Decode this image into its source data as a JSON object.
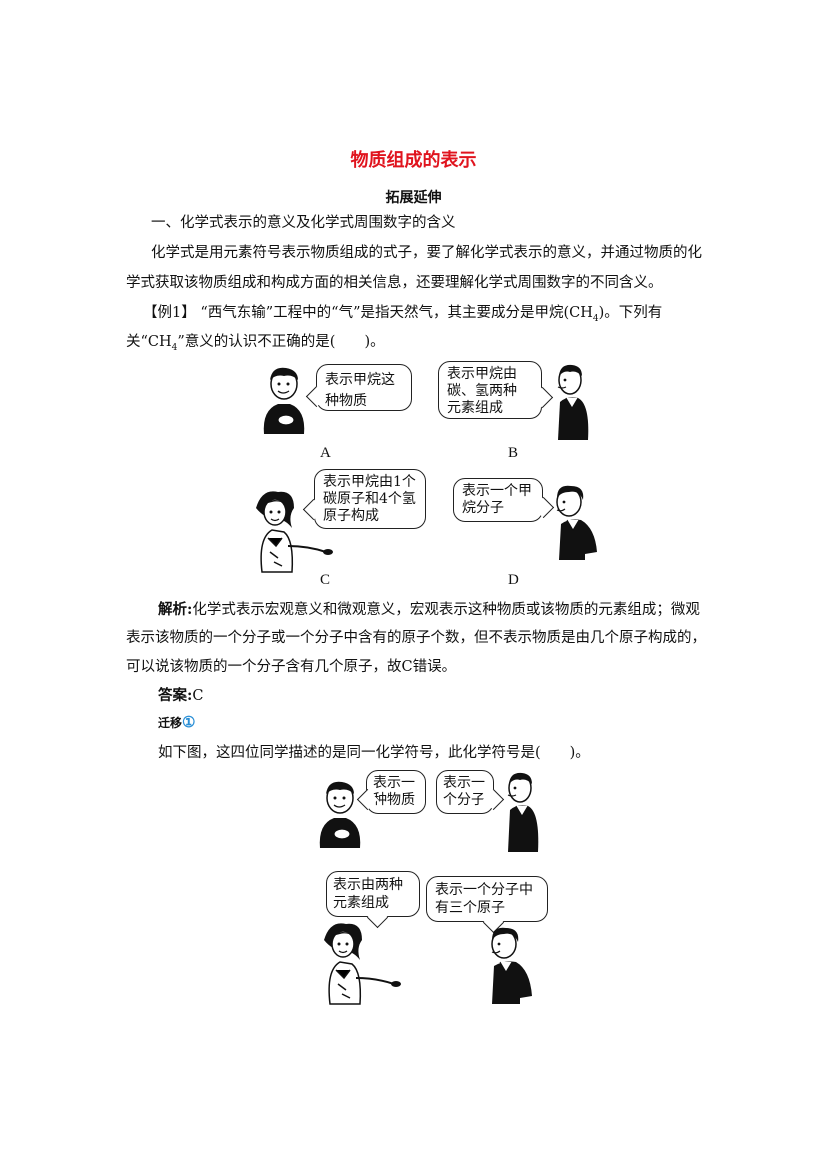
{
  "title": "物质组成的表示",
  "subtitle": "拓展延伸",
  "section1": "一、化学式表示的意义及化学式周围数字的含义",
  "intro": {
    "line1": "化学式是用元素符号表示物质组成的式子，要了解化学式表示的意义，并通过物质的化",
    "line2": "学式获取该物质组成和构成方面的相关信息，还要理解化学式周围数字的不同含义。"
  },
  "example1": {
    "line1_a": "【例1】 “西气东输”工程中的“气”是指天然气，其主要成分是甲烷(CH",
    "sub1": "4",
    "line1_b": ")。下列有",
    "line2_a": "关“CH",
    "sub2": "4",
    "line2_b": "”意义的认识不正确的是(　　)。"
  },
  "figure1": {
    "bubbles": [
      {
        "label": "A",
        "line1": "表示甲烷这",
        "line2": "种物质",
        "line3": ""
      },
      {
        "label": "B",
        "line1": "表示甲烷由",
        "line2": "碳、氢两种",
        "line3": "元素组成"
      },
      {
        "label": "C",
        "line1": "表示甲烷由1个",
        "line2": "碳原子和4个氢",
        "line3": "原子构成"
      },
      {
        "label": "D",
        "line1": "表示一个甲",
        "line2": "烷分子",
        "line3": ""
      }
    ]
  },
  "analysis": {
    "label": "解析:",
    "line1": "化学式表示宏观意义和微观意义，宏观表示这种物质或该物质的元素组成；微观",
    "line2": "表示该物质的一个分子或一个分子中含有的原子个数，但不表示物质是由几个原子构成的，",
    "line3": "可以说该物质的一个分子含有几个原子，故C错误。"
  },
  "answer": {
    "label": "答案:",
    "value": "C"
  },
  "transfer": {
    "label": "迁移",
    "number": "①"
  },
  "question2": "如下图，这四位同学描述的是同一化学符号，此化学符号是(　　)。",
  "figure2": {
    "bubbles": [
      {
        "line1": "表示一",
        "line2": "种物质"
      },
      {
        "line1": "表示一",
        "line2": "个分子"
      },
      {
        "line1": "表示由两种",
        "line2": "元素组成"
      },
      {
        "line1": "表示一个分子中",
        "line2": "有三个原子"
      }
    ]
  }
}
